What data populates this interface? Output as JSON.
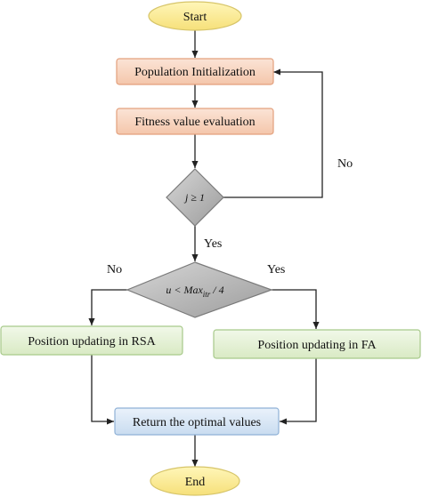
{
  "flowchart": {
    "start": "Start",
    "end": "End",
    "population_init": "Population Initialization",
    "fitness_eval": "Fitness value evaluation",
    "decision_j": "j ≥ 1",
    "decision_u": {
      "prefix": "u < Max",
      "subscript": "itr",
      "suffix": " / 4"
    },
    "position_rsa": "Position updating in RSA",
    "position_fa": "Position updating in FA",
    "return_optimal": "Return the optimal values",
    "labels": {
      "no_loop": "No",
      "yes_j": "Yes",
      "no_u": "No",
      "yes_u": "Yes"
    }
  },
  "colors": {
    "terminal_fill": "#fbe98c",
    "terminal_stroke": "#d7c56a",
    "process_orange_fill": "#f7d6c2",
    "process_orange_stroke": "#e3a07d",
    "decision_fill": "#b8b8b8",
    "decision_stroke": "#7a7a7a",
    "process_green_fill": "#e3f0d4",
    "process_green_stroke": "#a7c98a",
    "process_blue_fill": "#dbe8f6",
    "process_blue_stroke": "#8fb1d6",
    "line": "#222222"
  }
}
